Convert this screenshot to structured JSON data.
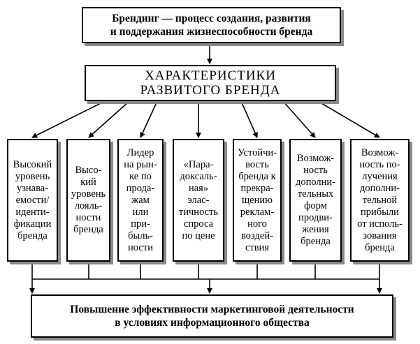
{
  "top_box": {
    "text": "Брендинг — процесс создания, развития\nи поддержания жизнеспособности бренда"
  },
  "middle_box": {
    "text": "ХАРАКТЕРИСТИКИ\nРАЗВИТОГО БРЕНДА"
  },
  "characteristics": [
    {
      "text": "Высокий\nуровень\nузнава-\nемости/\nиденти-\nфикации\nбренда"
    },
    {
      "text": "Высо-\nкий\nуровень\nлояль-\nности\nбренда"
    },
    {
      "text": "Лидер\nна рын-\nке по\nпрода-\nжам\nили\nпри-\nбыль-\nности"
    },
    {
      "text": "«Пара-\nдоксаль-\nная»\nэлас-\nтичность\nспроса\nпо цене"
    },
    {
      "text": "Устойчи-\nвость\nбренда к\nпрекра-\nщению\nреклам-\nного\nвоздей-\nствия"
    },
    {
      "text": "Возмож-\nность\nдополни-\nтельных\nформ\nпродви-\nжения\nбренда"
    },
    {
      "text": "Возмож-\nность по-\nлучения\nдополни-\nтельной\nприбыли\nот исполь-\nзования\nбренда"
    }
  ],
  "bottom_box": {
    "text": "Повышение эффективности маркетинговой деятельности\nв условиях информационного общества"
  }
}
